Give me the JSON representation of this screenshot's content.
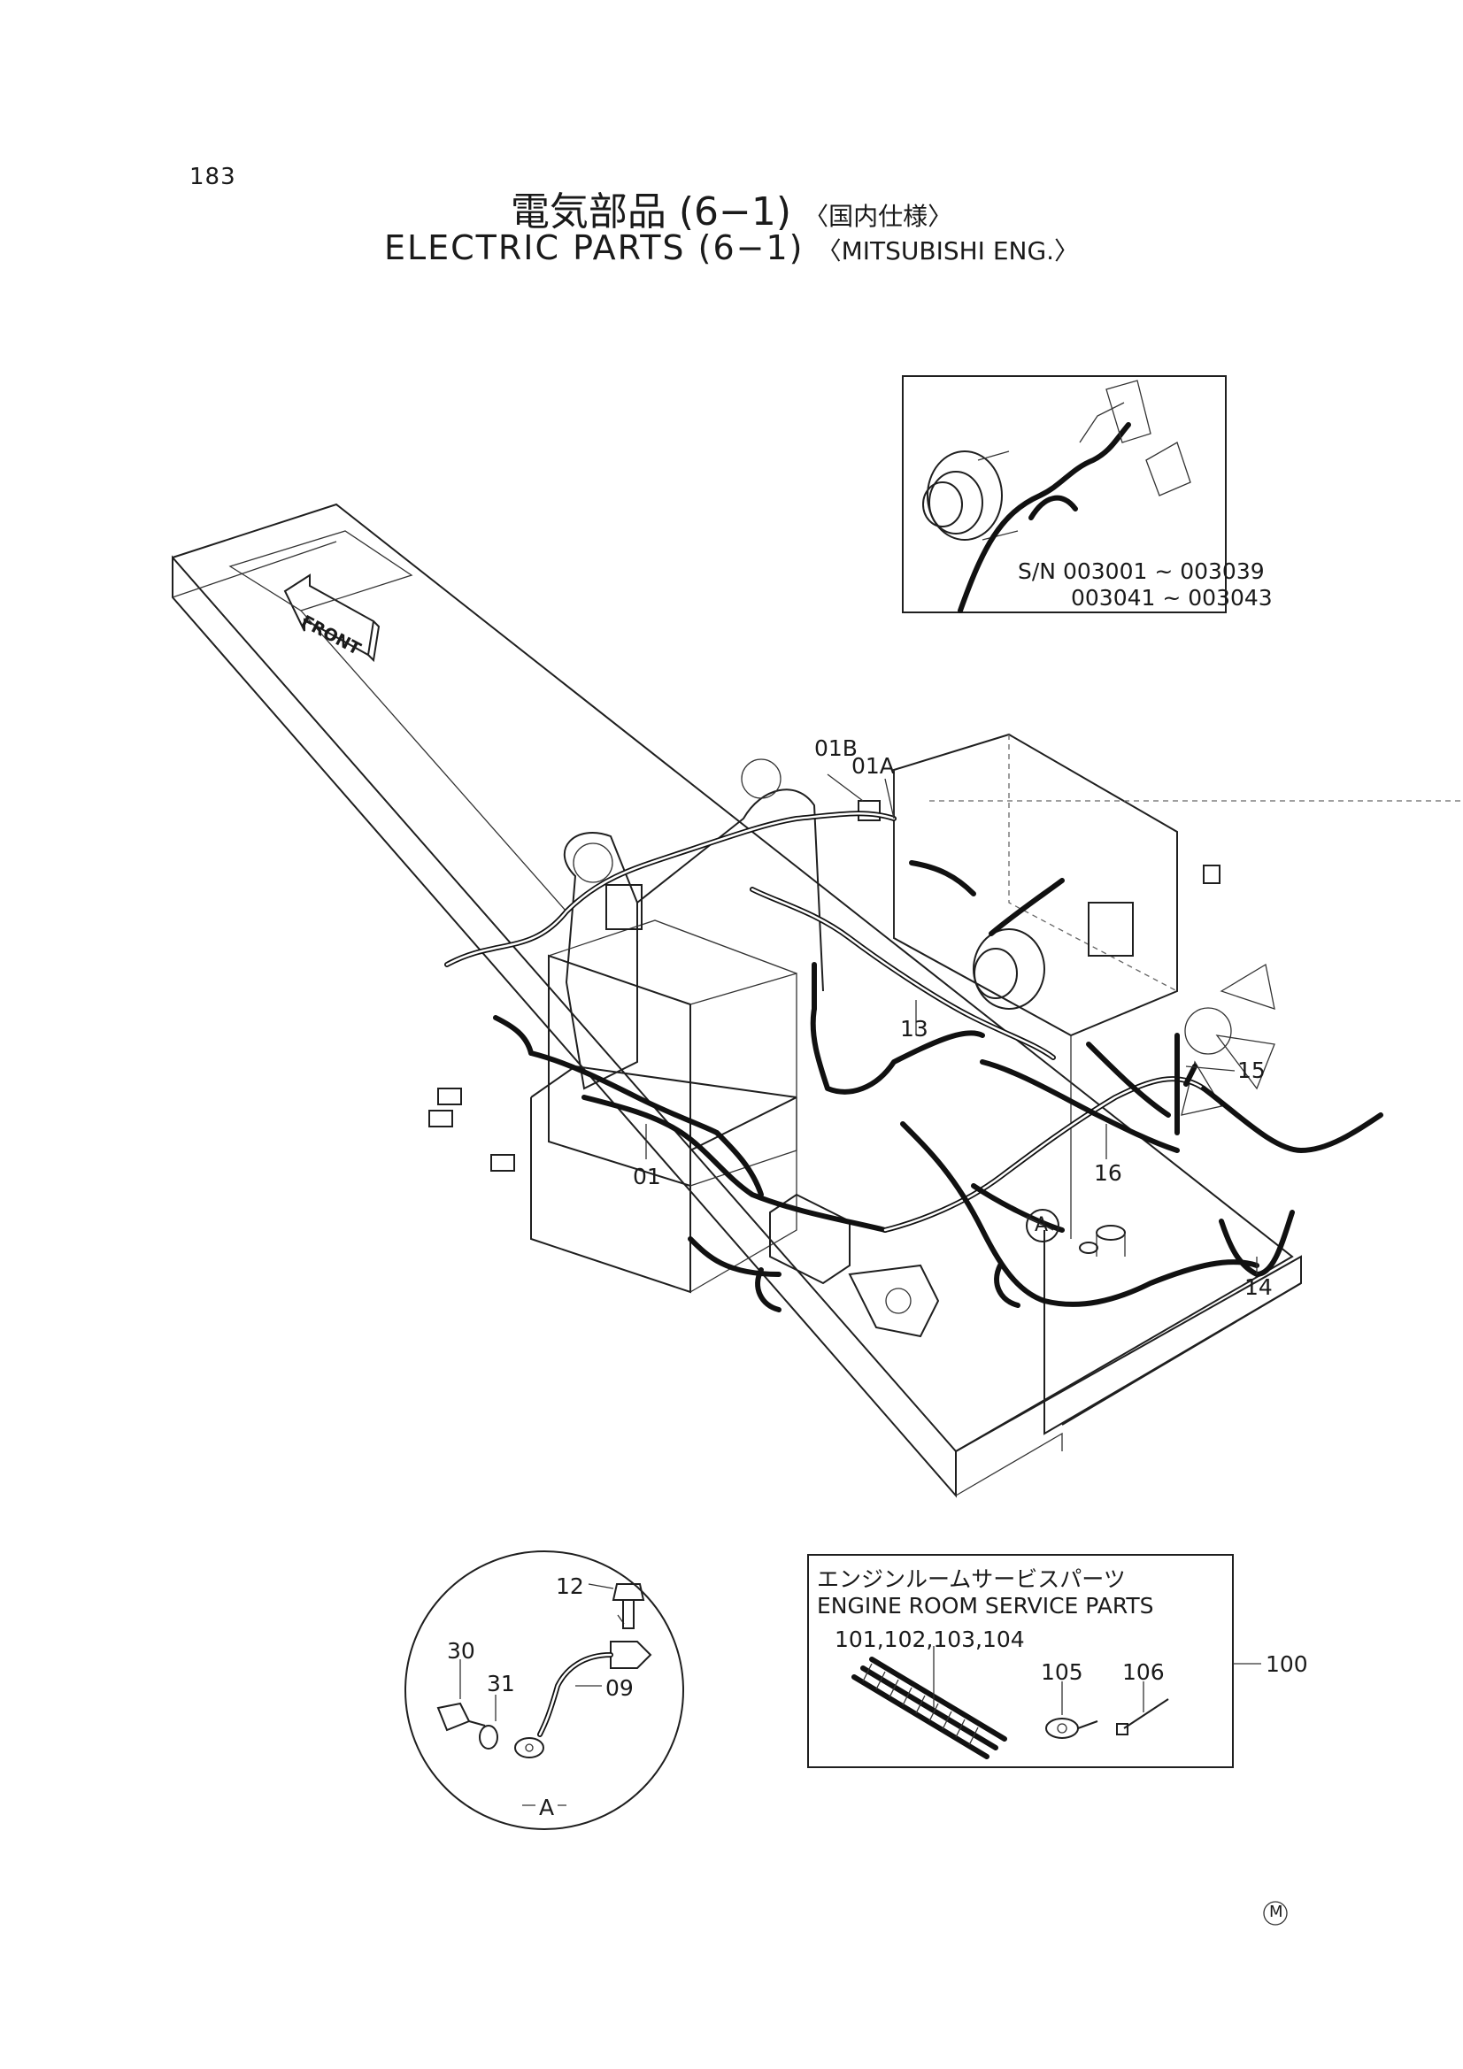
{
  "page": {
    "number": "183",
    "title_jp": "電気部品 (6−1)",
    "title_jp_sub": "〈国内仕様〉",
    "title_en": "ELECTRIC  PARTS  (6−1)",
    "title_en_sub": "〈MITSUBISHI  ENG.〉"
  },
  "inset_serial": {
    "line1": "S/N  003001 ~ 003039",
    "line2": "003041 ~ 003043"
  },
  "front_indicator": "FRONT",
  "callouts": {
    "c01B": "01B",
    "c01A": "01A",
    "c13": "13",
    "c15": "15",
    "c01": "01",
    "c16": "16",
    "cA": "A",
    "c14": "14"
  },
  "detail_a": {
    "label": "A",
    "parts": {
      "p12": "12",
      "p30": "30",
      "p31": "31",
      "p09": "09"
    }
  },
  "service_parts": {
    "title_jp": "エンジンルームサービスパーツ",
    "title_en": "ENGINE  ROOM  SERVICE  PARTS",
    "group_label": "101,102,103,104",
    "p105": "105",
    "p106": "106",
    "kit_number": "100"
  },
  "corner_mark": "M"
}
